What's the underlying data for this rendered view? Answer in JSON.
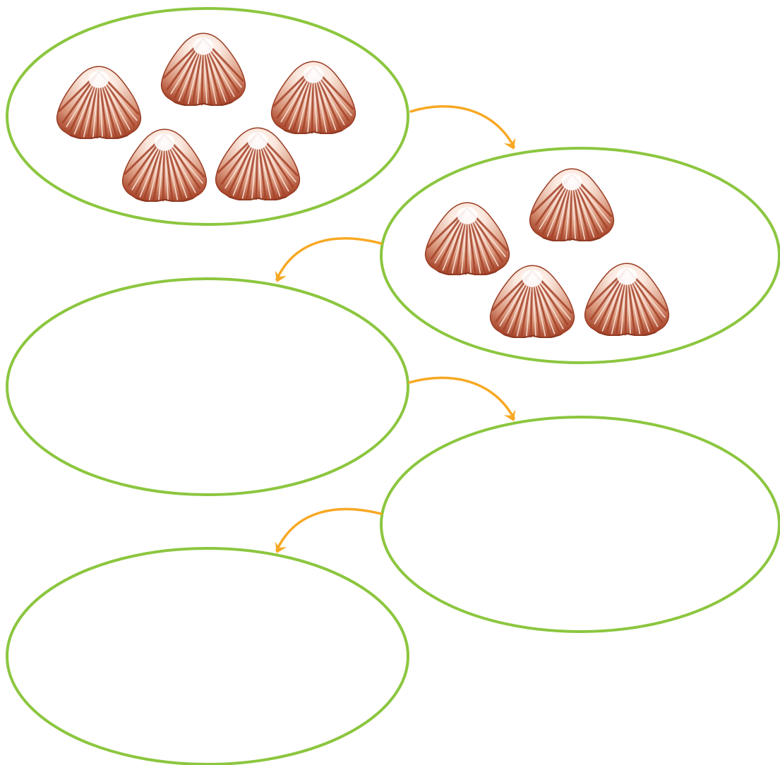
{
  "colors": {
    "background": "#ffffff",
    "ellipse_stroke": "#8cc63f",
    "arrow": "#f7a823",
    "shell_dark": "#a6442a",
    "shell_mid": "#c8765a",
    "shell_light": "#f3d2c2"
  },
  "sets": [
    {
      "shell_count": 5,
      "icon": "shell-icon"
    },
    {
      "shell_count": 4,
      "icon": "shell-icon"
    },
    {
      "shell_count": 0
    },
    {
      "shell_count": 0
    },
    {
      "shell_count": 0
    }
  ],
  "arrows": [
    {
      "from_set": 1,
      "to_set": 2,
      "icon": "curved-arrow-icon"
    },
    {
      "from_set": 2,
      "to_set": 3,
      "icon": "curved-arrow-icon"
    },
    {
      "from_set": 3,
      "to_set": 4,
      "icon": "curved-arrow-icon"
    },
    {
      "from_set": 4,
      "to_set": 5,
      "icon": "curved-arrow-icon"
    }
  ]
}
